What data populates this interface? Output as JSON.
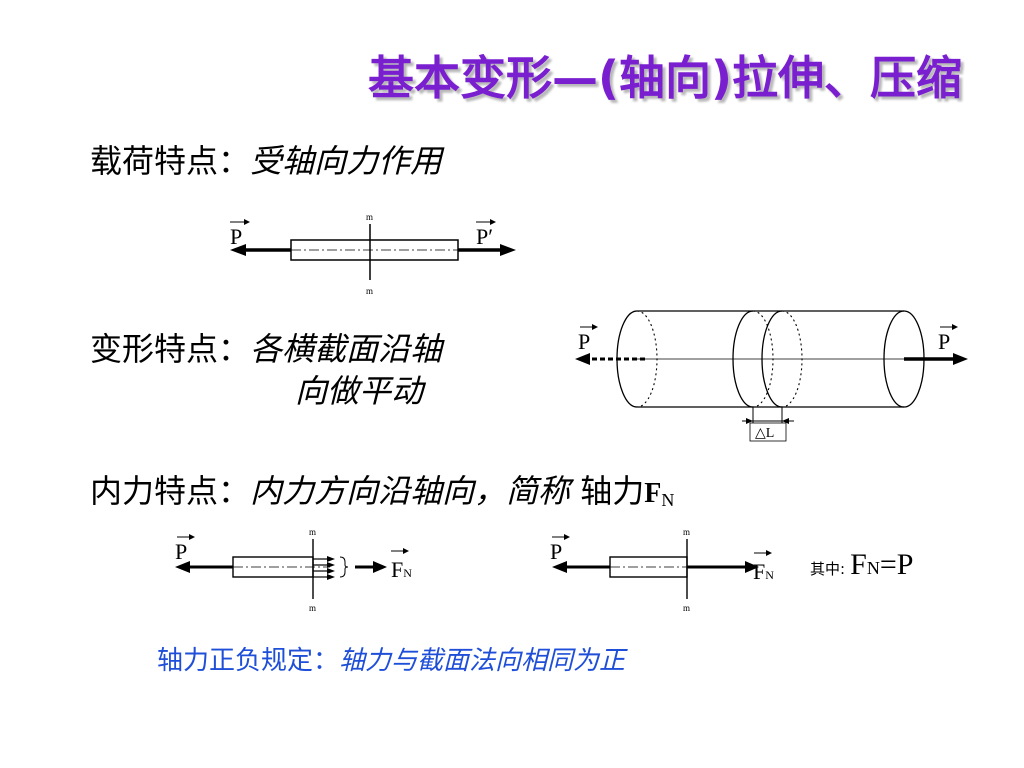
{
  "title": "基本变形—(轴向)拉伸、压缩",
  "load": {
    "label": "载荷特点：",
    "desc": "受轴向力作用"
  },
  "deform": {
    "label": "变形特点：",
    "desc_line1": "各横截面沿轴",
    "desc_line2": "向做平动"
  },
  "internal": {
    "label": "内力特点：",
    "desc": "内力方向沿轴向，简称",
    "term": "轴力",
    "symbol": "F",
    "symbol_sub": "N"
  },
  "diagram_labels": {
    "p": "P",
    "p_prime": "P′",
    "section": "m",
    "delta_l": "△L",
    "fn": "F",
    "fn_sub": "N"
  },
  "formula": {
    "prefix": "其中:",
    "lhs": "F",
    "lhs_sub": "N",
    "rhs": "=P"
  },
  "sign_rule": {
    "label": "轴力正负规定：",
    "desc": "轴力与截面法向相同为正"
  }
}
